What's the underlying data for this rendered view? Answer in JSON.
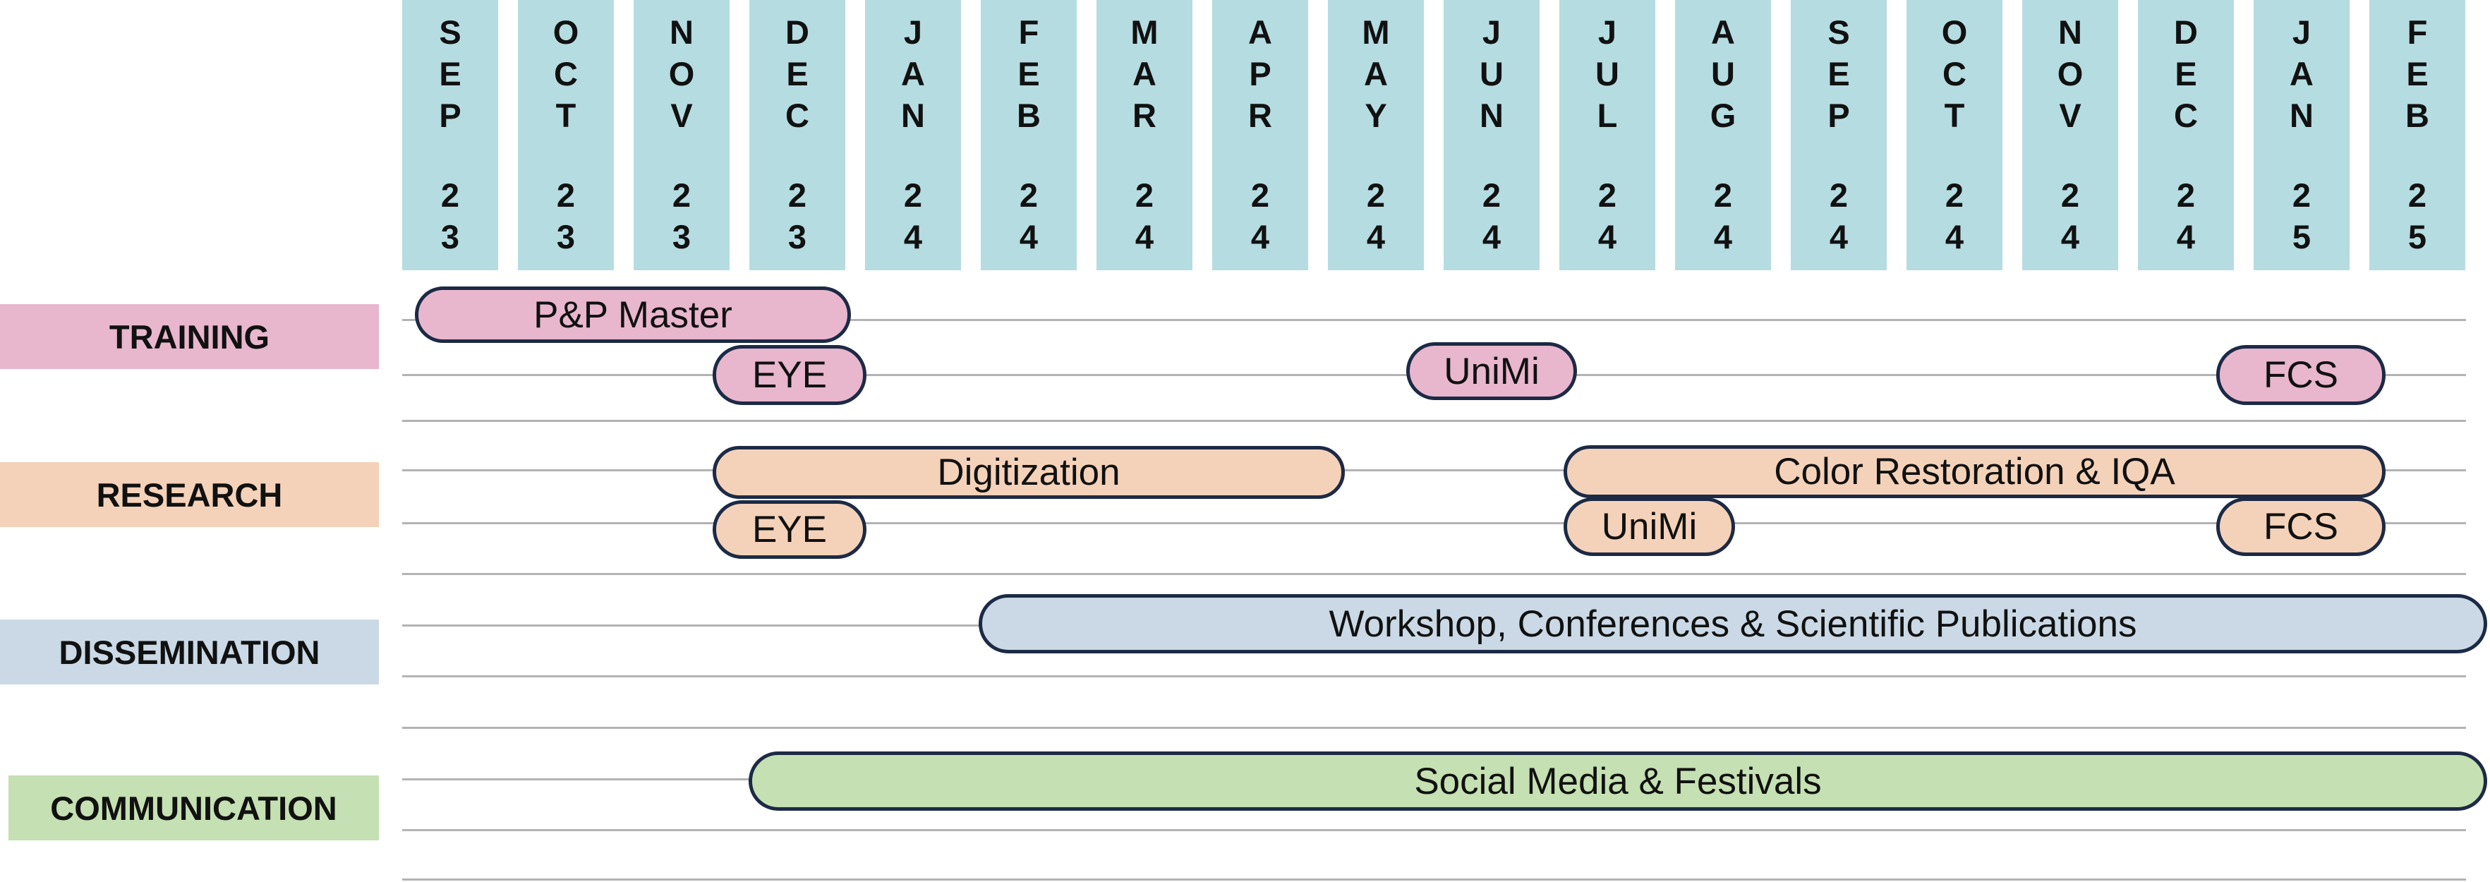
{
  "colors": {
    "header": "#b5dce1",
    "training": "#e8b7cd",
    "research": "#f4d2b9",
    "dissemination": "#cad9e5",
    "communication": "#c5e0b2",
    "bar_border": "#1c2a45",
    "gridline": "#b3b3b3"
  },
  "months": [
    {
      "m": "SEP",
      "y": "23"
    },
    {
      "m": "OCT",
      "y": "23"
    },
    {
      "m": "NOV",
      "y": "23"
    },
    {
      "m": "DEC",
      "y": "23"
    },
    {
      "m": "JAN",
      "y": "24"
    },
    {
      "m": "FEB",
      "y": "24"
    },
    {
      "m": "MAR",
      "y": "24"
    },
    {
      "m": "APR",
      "y": "24"
    },
    {
      "m": "MAY",
      "y": "24"
    },
    {
      "m": "JUN",
      "y": "24"
    },
    {
      "m": "JUL",
      "y": "24"
    },
    {
      "m": "AUG",
      "y": "24"
    },
    {
      "m": "SEP",
      "y": "24"
    },
    {
      "m": "OCT",
      "y": "24"
    },
    {
      "m": "NOV",
      "y": "24"
    },
    {
      "m": "DEC",
      "y": "24"
    },
    {
      "m": "JAN",
      "y": "25"
    },
    {
      "m": "FEB",
      "y": "25"
    }
  ],
  "categories": [
    {
      "key": "training",
      "label": "TRAINING"
    },
    {
      "key": "research",
      "label": "RESEARCH"
    },
    {
      "key": "dissemination",
      "label": "DISSEMINATION"
    },
    {
      "key": "communication",
      "label": "COMMUNICATION"
    }
  ],
  "activities": [
    {
      "category": "training",
      "label": "P&P Master"
    },
    {
      "category": "training",
      "label": "EYE"
    },
    {
      "category": "training",
      "label": "UniMi"
    },
    {
      "category": "training",
      "label": "FCS"
    },
    {
      "category": "research",
      "label": "Digitization"
    },
    {
      "category": "research",
      "label": "Color Restoration & IQA"
    },
    {
      "category": "research",
      "label": "EYE"
    },
    {
      "category": "research",
      "label": "UniMi"
    },
    {
      "category": "research",
      "label": "FCS"
    },
    {
      "category": "dissemination",
      "label": "Workshop, Conferences & Scientific Publications"
    },
    {
      "category": "communication",
      "label": "Social Media & Festivals"
    }
  ]
}
